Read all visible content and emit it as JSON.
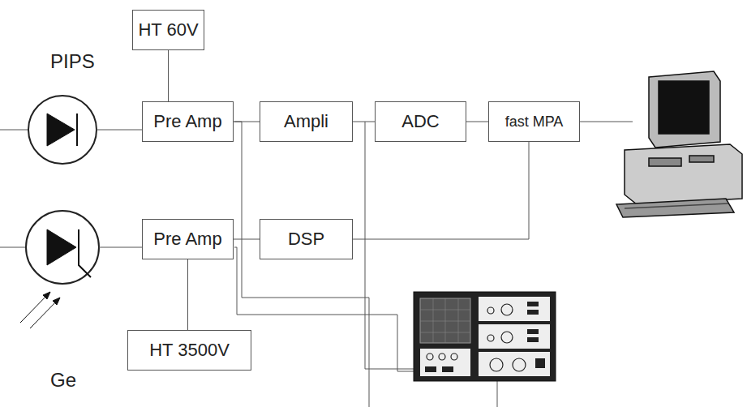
{
  "diagram": {
    "nodes": [
      {
        "text": [
          "HT 60V"
        ]
      },
      {
        "text": [
          "Pre Amp"
        ]
      },
      {
        "text": [
          "Ampli"
        ]
      },
      {
        "text": [
          "ADC"
        ]
      },
      {
        "text": [
          "fast MPA"
        ]
      },
      {
        "text": [
          "Pre Amp"
        ]
      },
      {
        "text": [
          "DSP"
        ]
      },
      {
        "text": [
          "HT 3500V"
        ]
      }
    ],
    "edges": [
      {
        "from": 0,
        "to": 1,
        "arrow": "none"
      },
      {
        "from": 1,
        "to": 2,
        "arrow": "none"
      },
      {
        "from": 2,
        "to": 3,
        "arrow": "none"
      },
      {
        "from": 3,
        "to": 4,
        "arrow": "none"
      },
      {
        "from": 5,
        "to": 6,
        "arrow": "none"
      },
      {
        "from": 6,
        "to": 4,
        "arrow": "none"
      },
      {
        "from": 5,
        "to": 7,
        "arrow": "none"
      }
    ],
    "labels": [
      "PIPS",
      "Ge"
    ]
  }
}
